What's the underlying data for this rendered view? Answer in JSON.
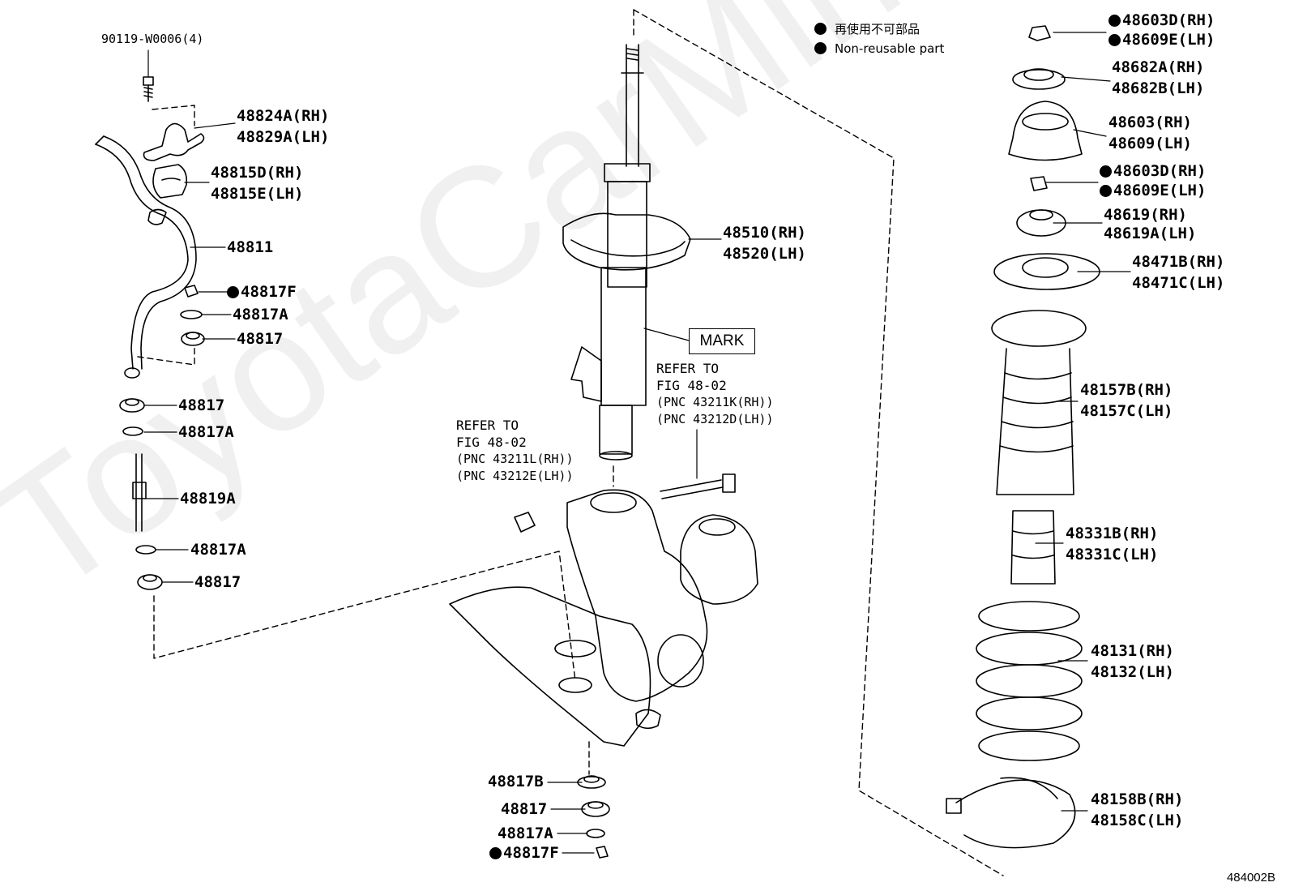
{
  "legend": {
    "jp": "再使用不可部品",
    "en": "Non-reusable part"
  },
  "watermark": "ToyotaCarMine.ru",
  "figure_code": "484002B",
  "mark_label": "MARK",
  "refs": {
    "left": {
      "l1": "REFER TO",
      "l2": "FIG 48-02",
      "l3": "(PNC 43211L(RH))",
      "l4": "(PNC 43212E(LH))"
    },
    "right": {
      "l1": "REFER TO",
      "l2": "FIG 48-02",
      "l3": "(PNC 43211K(RH))",
      "l4": "(PNC 43212D(LH))"
    }
  },
  "left_parts": {
    "bolt": "90119-W0006(4)",
    "bracket_rh": "48824A(RH)",
    "bracket_lh": "48829A(LH)",
    "bushing_rh": "48815D(RH)",
    "bushing_lh": "48815E(LH)",
    "bar": "48811",
    "nut_top": "48817F",
    "washer_top": "48817A",
    "cushion_top": "48817",
    "cushion_mid": "48817",
    "washer_mid": "48817A",
    "link": "48819A",
    "washer_low": "48817A",
    "cushion_low": "48817"
  },
  "center_parts": {
    "strut_rh": "48510(RH)",
    "strut_lh": "48520(LH)",
    "b_washer": "48817B",
    "b_cushion": "48817",
    "b_washer2": "48817A",
    "b_nut": "48817F"
  },
  "right_parts": {
    "nut1_rh": "48603D(RH)",
    "nut1_lh": "48609E(LH)",
    "cap_rh": "48682A(RH)",
    "cap_lh": "48682B(LH)",
    "support_rh": "48603(RH)",
    "support_lh": "48609(LH)",
    "nut2_rh": "48603D(RH)",
    "nut2_lh": "48609E(LH)",
    "cushion_rh": "48619(RH)",
    "cushion_lh": "48619A(LH)",
    "bearing_rh": "48471B(RH)",
    "bearing_lh": "48471C(LH)",
    "boot_rh": "48157B(RH)",
    "boot_lh": "48157C(LH)",
    "bumper_rh": "48331B(RH)",
    "bumper_lh": "48331C(LH)",
    "spring_rh": "48131(RH)",
    "spring_lh": "48132(LH)",
    "insulator_rh": "48158B(RH)",
    "insulator_lh": "48158C(LH)"
  }
}
